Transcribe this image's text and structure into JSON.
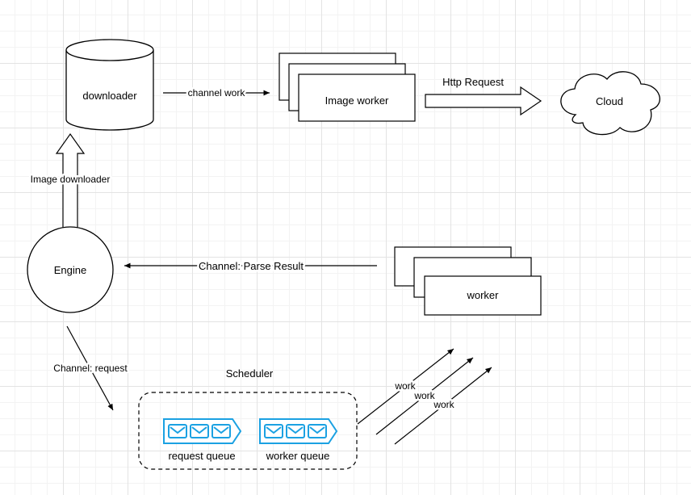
{
  "nodes": {
    "downloader": "downloader",
    "image_worker": "Image worker",
    "cloud": "Cloud",
    "engine": "Engine",
    "worker": "worker",
    "scheduler": "Scheduler",
    "request_queue": "request queue",
    "worker_queue": "worker queue"
  },
  "edges": {
    "channel_work": "channel work",
    "http_request": "Http Request",
    "image_downloader": "Image downloader",
    "parse_result": "Channel: Parse Result",
    "channel_request": "Channel: request",
    "work_1": "work",
    "work_2": "work",
    "work_3": "work"
  },
  "colors": {
    "stroke": "#000000",
    "queue_icon": "#1ba1e2",
    "queue_fill": "#ffffff"
  }
}
